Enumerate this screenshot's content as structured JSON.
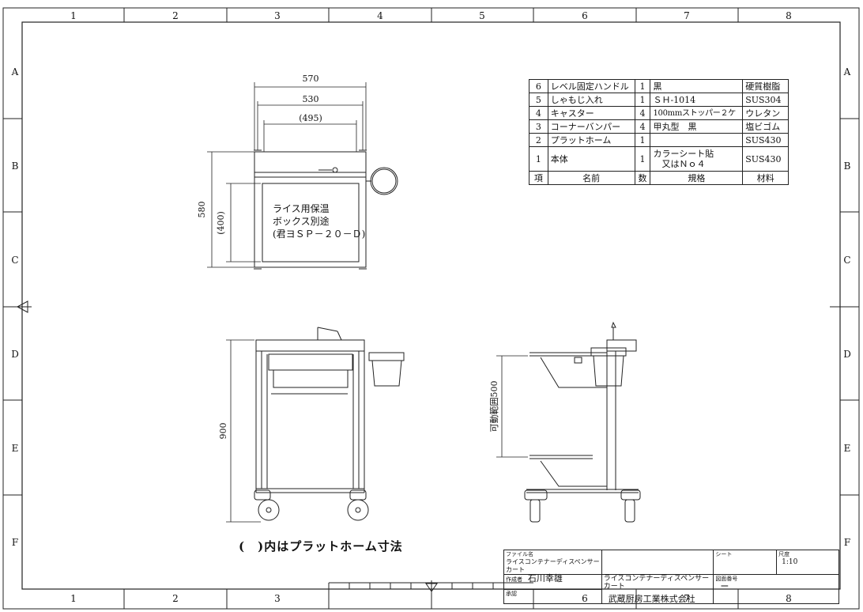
{
  "grid": {
    "cols": [
      "1",
      "2",
      "3",
      "4",
      "5",
      "6",
      "7",
      "8"
    ],
    "rows": [
      "A",
      "B",
      "C",
      "D",
      "E",
      "F"
    ]
  },
  "dims": {
    "w570": "570",
    "w530": "530",
    "w495": "(495)",
    "h580": "580",
    "h400": "(400)",
    "h900": "900",
    "range": "可動範囲500"
  },
  "box_note": [
    "ライス用保温",
    "ボックス別途",
    "(君ヨＳＰ－２０－Ｄ)"
  ],
  "caption": "(　)内はプラットホーム寸法",
  "parts_table": {
    "rows": [
      {
        "no": "6",
        "name": "レベル固定ハンドル",
        "qty": "1",
        "spec": "黒",
        "mat": "硬質樹脂"
      },
      {
        "no": "5",
        "name": "しゃもじ入れ",
        "qty": "1",
        "spec": "ＳＨ-1014",
        "mat": "SUS304"
      },
      {
        "no": "4",
        "name": "キャスター",
        "qty": "4",
        "spec": "100mmストッパー２ケ",
        "mat": "ウレタン"
      },
      {
        "no": "3",
        "name": "コーナーバンパー",
        "qty": "4",
        "spec": "甲丸型　黒",
        "mat": "塩ビゴム"
      },
      {
        "no": "2",
        "name": "プラットホーム",
        "qty": "1",
        "spec": "",
        "mat": "SUS430"
      },
      {
        "no": "1",
        "name": "本体",
        "qty": "1",
        "spec": "カラーシート貼\n　又はＮｏ４",
        "mat": "SUS430"
      }
    ],
    "header": {
      "no": "項",
      "name": "名前",
      "qty": "数",
      "spec": "規格",
      "mat": "材料"
    }
  },
  "title_block": {
    "file_label": "ファイル名",
    "file_name": "ライスコンテナーディスペンサーカート",
    "author_label": "作成者",
    "author": "石川幸雄",
    "approve_label": "承認",
    "product": "ライスコンテナーディスペンサーカート",
    "company": "武蔵厨房工業株式会社",
    "sheet_label": "シート",
    "scale_label": "尺度",
    "scale": "1:10",
    "drawing_no_label": "図面番号",
    "drawing_no": "ー"
  }
}
